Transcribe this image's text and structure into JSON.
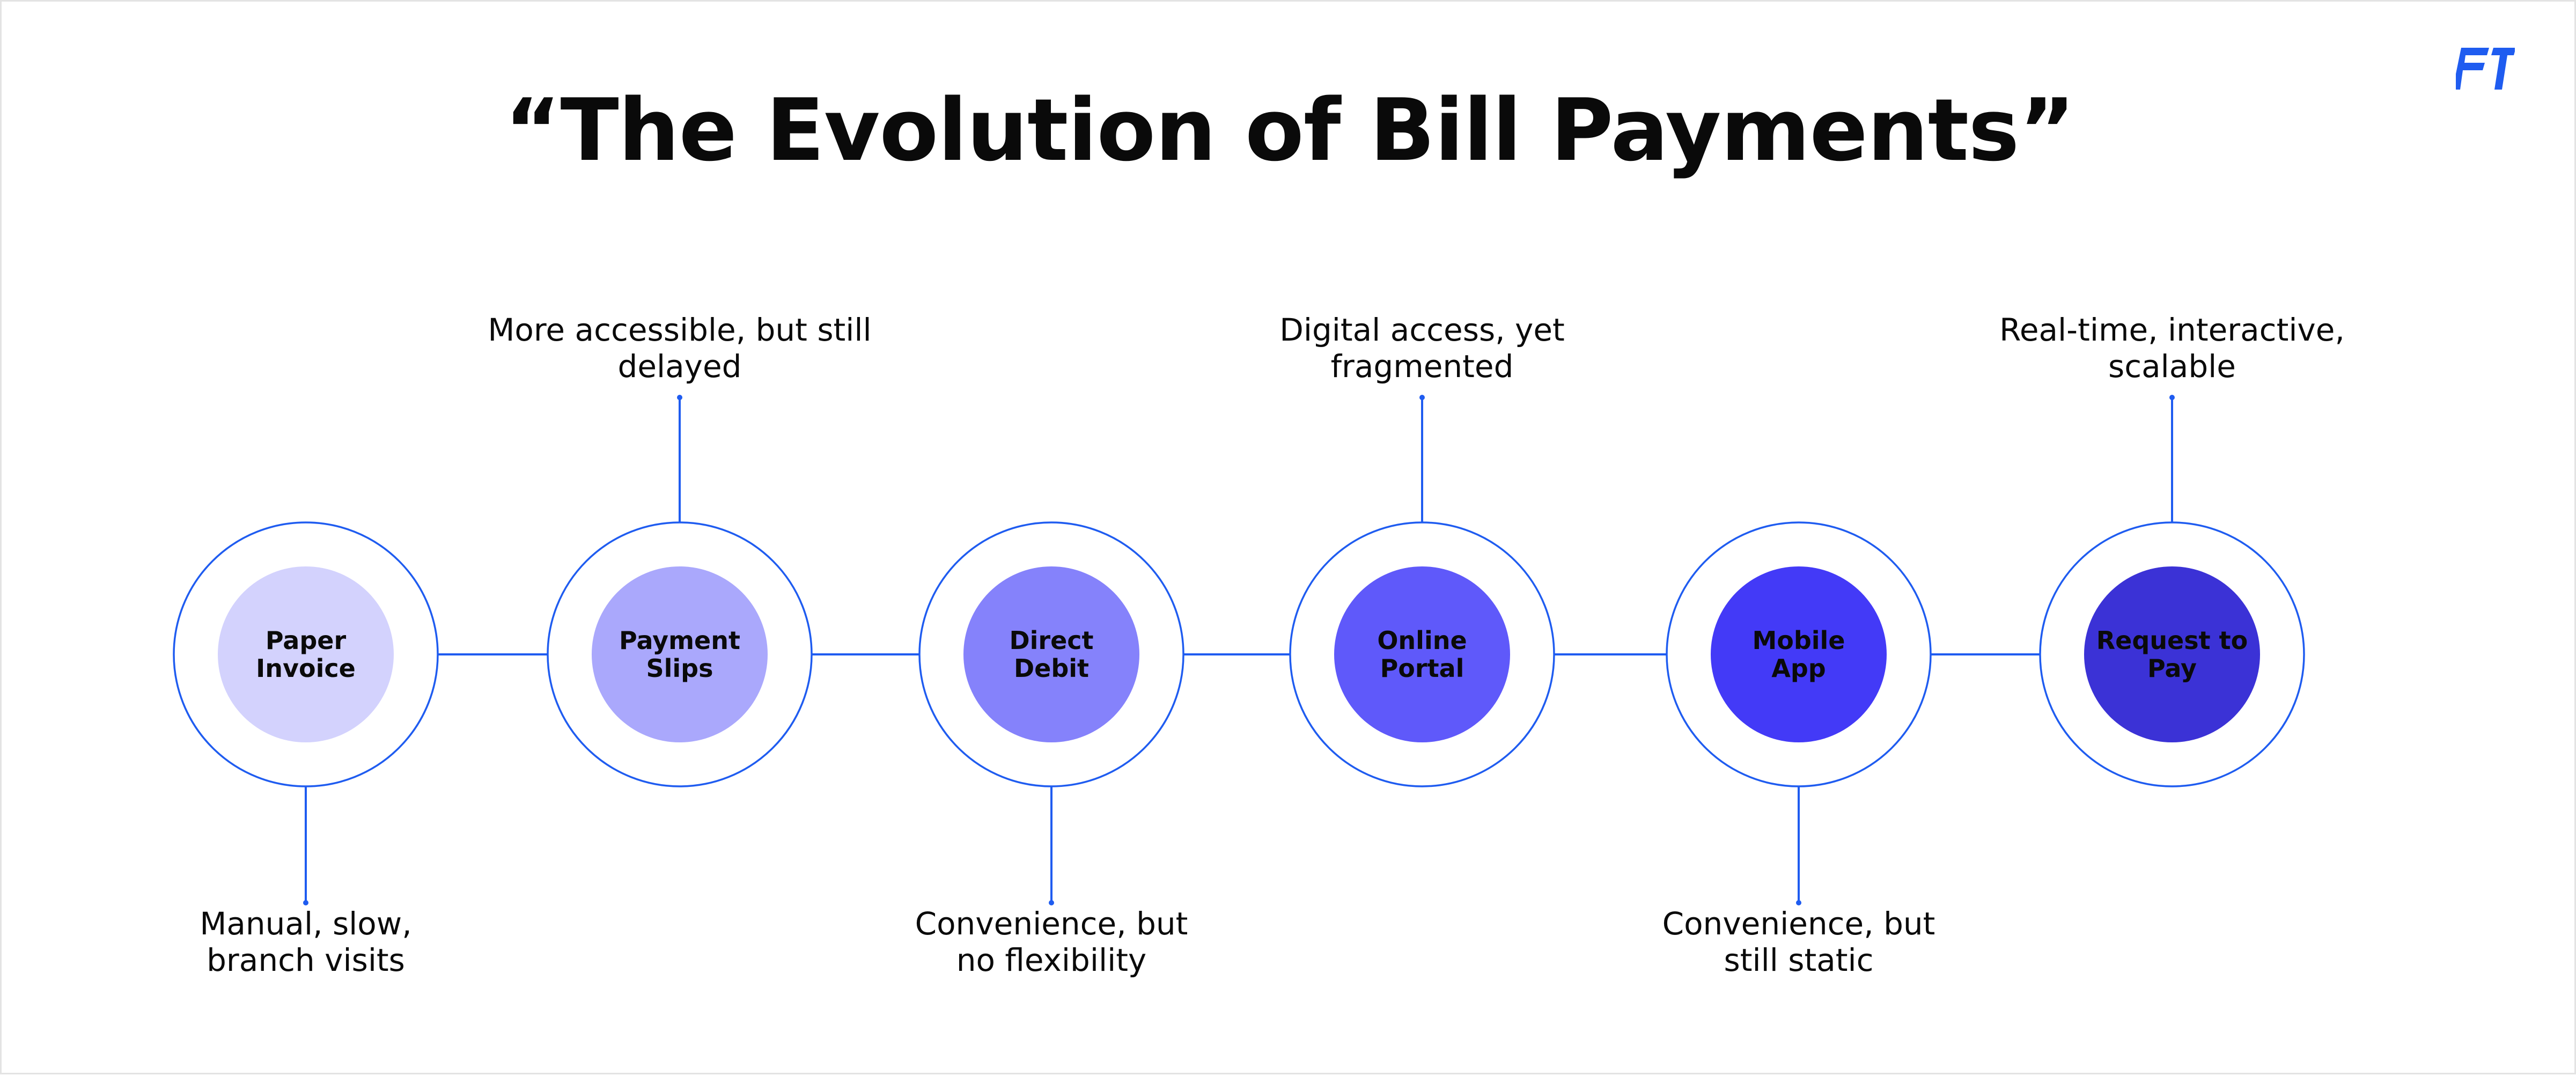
{
  "title": "“The Evolution of Bill Payments”",
  "colors": {
    "accent": "#1f5cf0",
    "stage_fills": [
      "#d3d2fd",
      "#aaa8fc",
      "#8582fb",
      "#5f59fa",
      "#433af7",
      "#3b32d6"
    ]
  },
  "logo": {
    "icon": "ft-logo-icon",
    "text": "FT"
  },
  "stages": [
    {
      "label": "Paper Invoice",
      "lines": [
        "Paper",
        "Invoice"
      ],
      "note": "Manual, slow, branch visits",
      "note_lines": [
        "Manual, slow,",
        "branch visits"
      ],
      "note_position": "bottom"
    },
    {
      "label": "Payment Slips",
      "lines": [
        "Payment",
        "Slips"
      ],
      "note": "More accessible, but still delayed",
      "note_lines": [
        "More accessible, but still",
        "delayed"
      ],
      "note_position": "top"
    },
    {
      "label": "Direct Debit",
      "lines": [
        "Direct",
        "Debit"
      ],
      "note": "Convenience, but no flexibility",
      "note_lines": [
        "Convenience, but",
        "no flexibility"
      ],
      "note_position": "bottom"
    },
    {
      "label": "Online Portal",
      "lines": [
        "Online",
        "Portal"
      ],
      "note": "Digital access, yet fragmented",
      "note_lines": [
        "Digital access, yet",
        "fragmented"
      ],
      "note_position": "top"
    },
    {
      "label": "Mobile App",
      "lines": [
        "Mobile",
        "App"
      ],
      "note": "Convenience, but still static",
      "note_lines": [
        "Convenience, but",
        "still static"
      ],
      "note_position": "bottom"
    },
    {
      "label": "Request to Pay",
      "lines": [
        "Request to",
        "Pay"
      ],
      "note": "Real-time, interactive, scalable",
      "note_lines": [
        "Real-time, interactive,",
        "scalable"
      ],
      "note_position": "top"
    }
  ]
}
